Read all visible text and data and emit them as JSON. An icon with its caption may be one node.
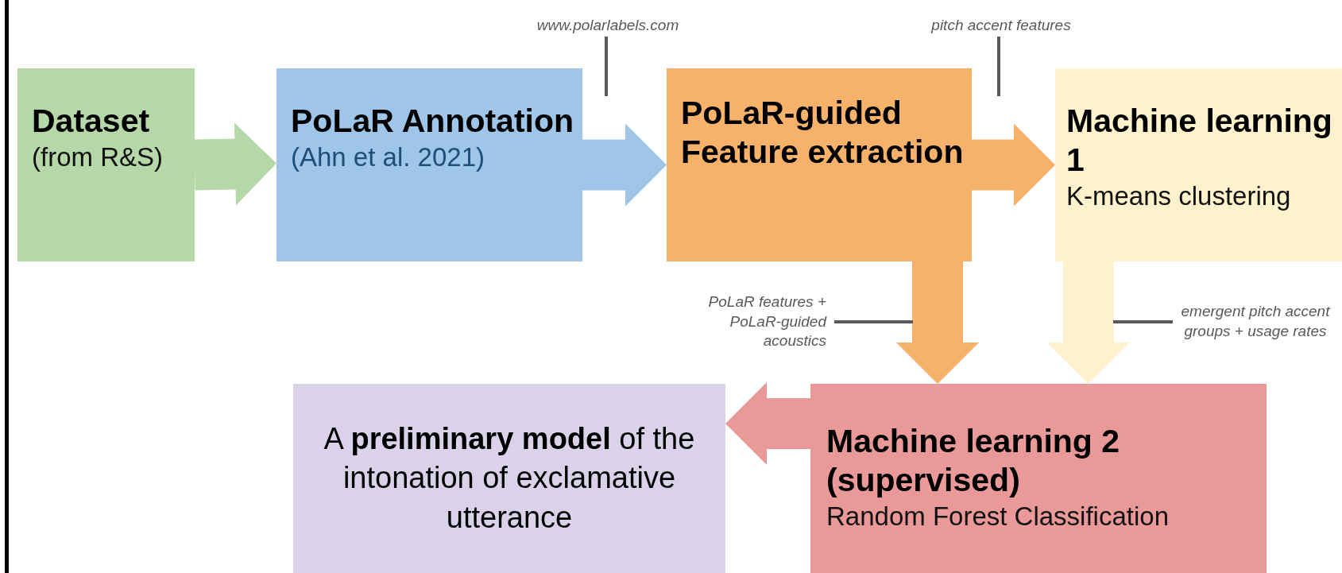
{
  "diagram": {
    "nodes": [
      {
        "text": [
          "Dataset",
          "(from R&S)"
        ]
      },
      {
        "text": [
          "PoLaR Annotation",
          "(Ahn et al. 2021)"
        ]
      },
      {
        "text": [
          "PoLaR-guided Feature extraction"
        ]
      },
      {
        "text": [
          "Machine learning 1",
          "K-means clustering"
        ]
      },
      {
        "text": [
          "A **preliminary model** of the intonation of exclamative utterance"
        ]
      },
      {
        "text": [
          "Machine learning 2 (supervised)",
          "Random Forest Classification"
        ]
      },
      {
        "text": [
          "www.polarlabels.com"
        ]
      },
      {
        "text": [
          "pitch accent features"
        ]
      },
      {
        "text": [
          "PoLaR features + PoLaR-guided acoustics"
        ]
      },
      {
        "text": [
          "emergent pitch accent groups + usage rates"
        ]
      }
    ],
    "edges": [
      {
        "from": 0,
        "to": 1,
        "arrow": "to",
        "color": "#b6d7a8"
      },
      {
        "from": 1,
        "to": 2,
        "arrow": "to",
        "color": "#9fc5e8"
      },
      {
        "from": 2,
        "to": 3,
        "arrow": "to",
        "color": "#f6b26b"
      },
      {
        "from": 2,
        "to": 5,
        "arrow": "to",
        "color": "#f6b26b"
      },
      {
        "from": 3,
        "to": 5,
        "arrow": "to",
        "color": "#fff2cc"
      },
      {
        "from": 5,
        "to": 4,
        "arrow": "to",
        "color": "#ea9999"
      },
      {
        "from": 6,
        "to": null,
        "arrow": "none"
      },
      {
        "from": 7,
        "to": null,
        "arrow": "none"
      },
      {
        "from": 8,
        "to": null,
        "arrow": "none"
      },
      {
        "from": 9,
        "to": null,
        "arrow": "none"
      }
    ]
  }
}
